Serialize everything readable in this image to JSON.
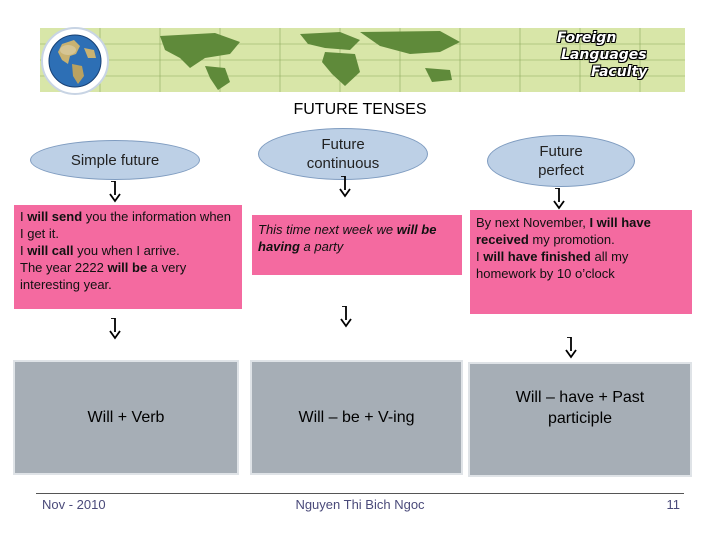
{
  "banner": {
    "line1": "Foreign",
    "line2": "Languages",
    "line3": "Faculty"
  },
  "title": "FUTURE TENSES",
  "columns": [
    {
      "oval": "Simple future",
      "example": [
        {
          "t": "I ",
          "b": false
        },
        {
          "t": "will send",
          "b": true
        },
        {
          "t": " you the information when I get it.",
          "b": false
        },
        {
          "br": true
        },
        {
          "t": "I ",
          "b": false
        },
        {
          "t": "will call",
          "b": true
        },
        {
          "t": " you when I arrive.",
          "b": false
        },
        {
          "br": true
        },
        {
          "t": "The year 2222 ",
          "b": false
        },
        {
          "t": "will be",
          "b": true
        },
        {
          "t": " a very interesting year.",
          "b": false
        }
      ],
      "formula": "Will + Verb"
    },
    {
      "oval_line1": "Future",
      "oval_line2": "continuous",
      "example": [
        {
          "t": "This time next week we ",
          "b": false
        },
        {
          "t": "will be having",
          "b": true
        },
        {
          "t": " a party",
          "b": false
        }
      ],
      "formula": "Will – be + V-ing"
    },
    {
      "oval_line1": "Future",
      "oval_line2": "perfect",
      "example": [
        {
          "t": "By next November, ",
          "b": false
        },
        {
          "t": "I will have received",
          "b": true
        },
        {
          "t": " my promotion.",
          "b": false
        },
        {
          "br": true
        },
        {
          "t": "I ",
          "b": false
        },
        {
          "t": "will have finished",
          "b": true
        },
        {
          "t": " all my homework by 10 o’clock",
          "b": false
        }
      ],
      "formula_line1": "Will – have + Past",
      "formula_line2": "participle"
    }
  ],
  "footer": {
    "date": "Nov - 2010",
    "author": "Nguyen Thi Bich Ngoc",
    "page": "11"
  },
  "colors": {
    "oval": "#bdd0e6",
    "example_box": "#f46aa0",
    "formula_box": "#a6aeb6",
    "banner": "#d8e6a8"
  }
}
